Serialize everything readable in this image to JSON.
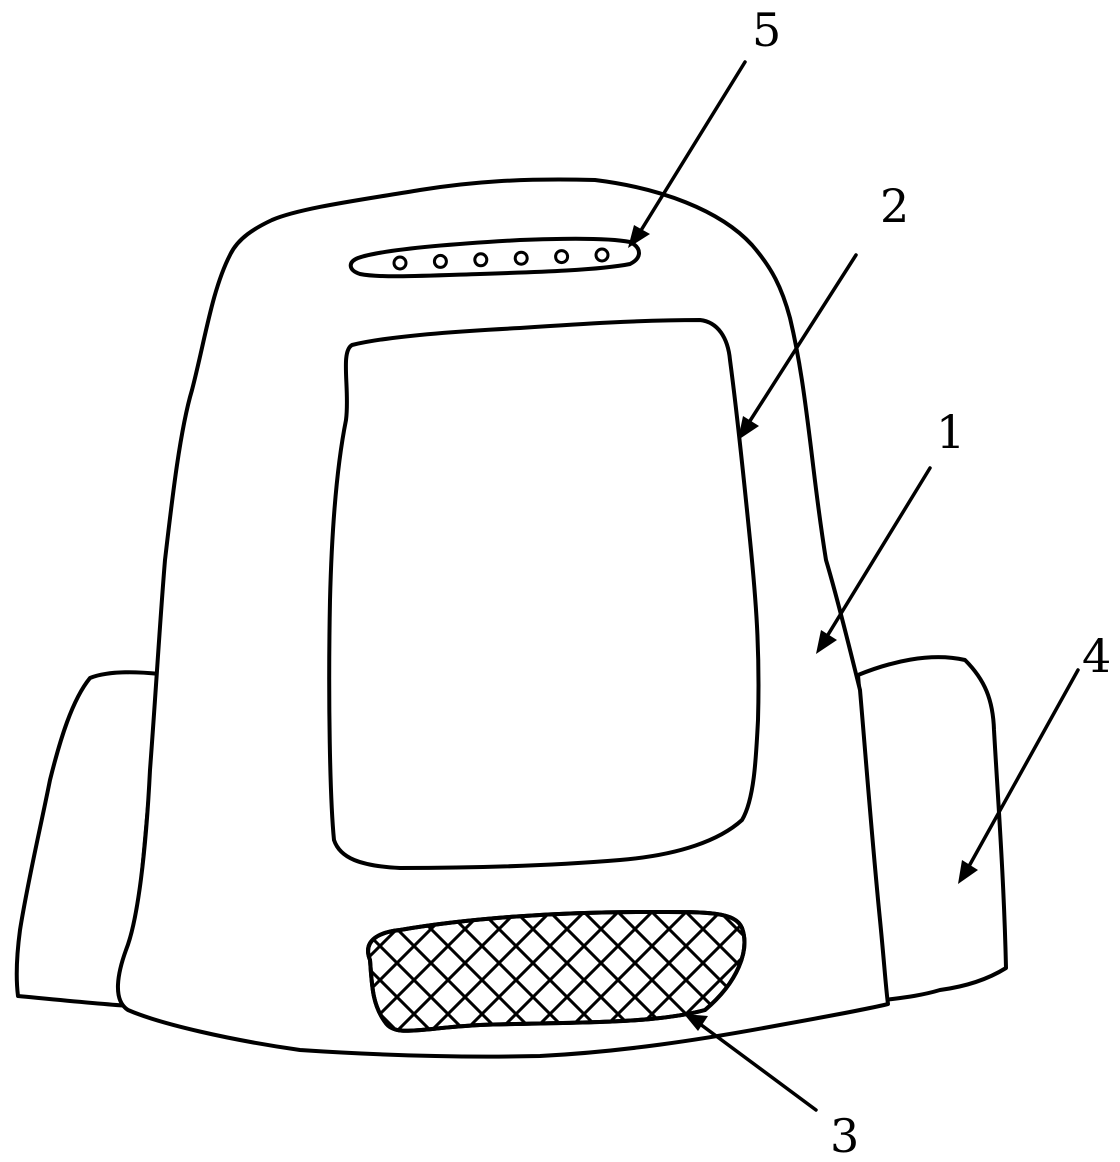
{
  "diagram": {
    "colors": {
      "line": "#000000",
      "background": "#ffffff"
    },
    "callouts": [
      {
        "id": "callout-1",
        "text": "1",
        "refers_to": "body-shell"
      },
      {
        "id": "callout-2",
        "text": "2",
        "refers_to": "window-panel"
      },
      {
        "id": "callout-3",
        "text": "3",
        "refers_to": "mesh-grille"
      },
      {
        "id": "callout-4",
        "text": "4",
        "refers_to": "side-wing"
      },
      {
        "id": "callout-5",
        "text": "5",
        "refers_to": "indicator-strip"
      }
    ],
    "indicator_holes": 6
  }
}
